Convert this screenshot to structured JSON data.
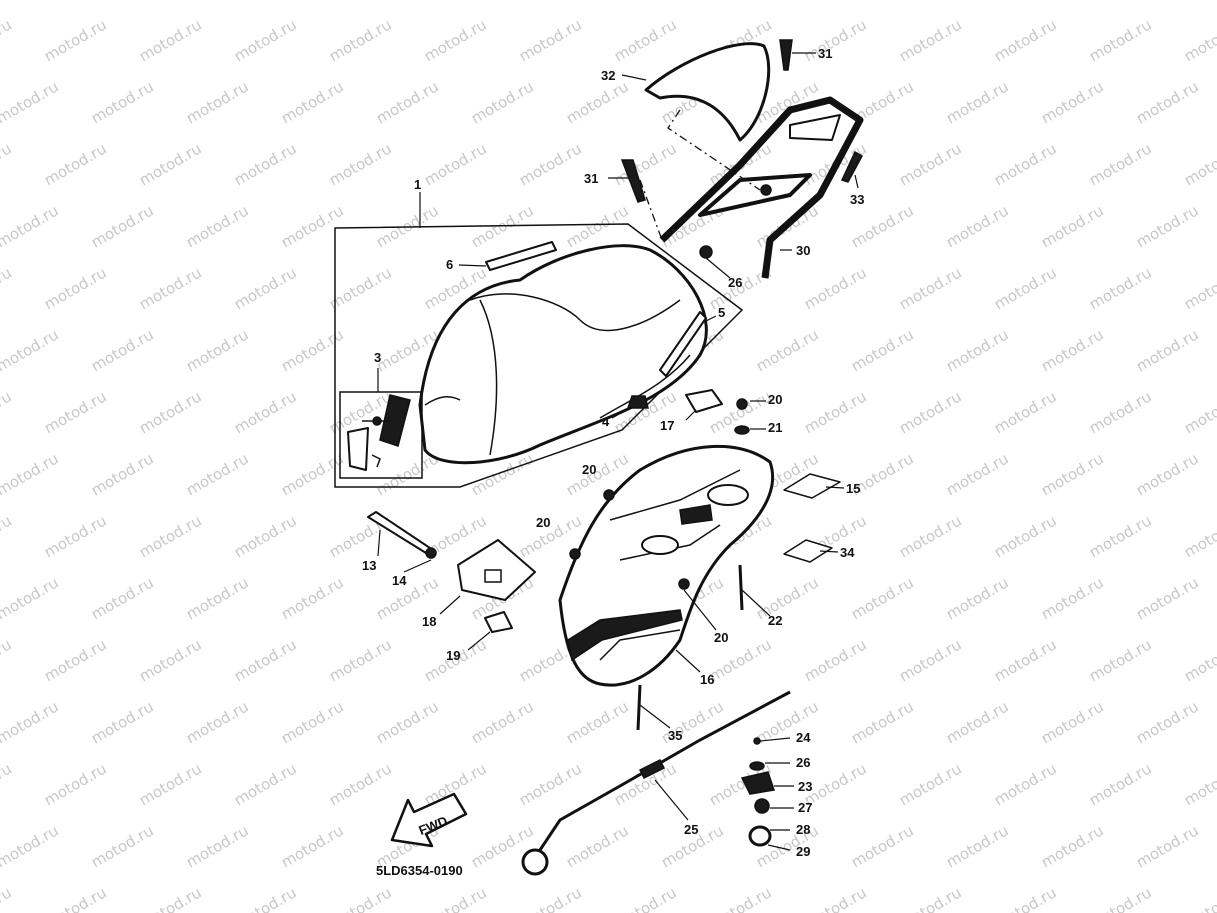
{
  "watermark": {
    "text": "motod.ru"
  },
  "diagram": {
    "code": "5LD6354-0190",
    "fwd_label": "FWD",
    "callouts": {
      "c1": "1",
      "c3": "3",
      "c4": "4",
      "c5": "5",
      "c6": "6",
      "c13": "13",
      "c14": "14",
      "c15": "15",
      "c16": "16",
      "c17": "17",
      "c18": "18",
      "c19": "19",
      "c20a": "20",
      "c20b": "20",
      "c20c": "20",
      "c20d": "20",
      "c21": "21",
      "c22": "22",
      "c23": "23",
      "c24": "24",
      "c25": "25",
      "c26a": "26",
      "c26b": "26",
      "c27": "27",
      "c28": "28",
      "c29": "29",
      "c30": "30",
      "c31a": "31",
      "c31b": "31",
      "c32": "32",
      "c33": "33",
      "c34": "34",
      "c35": "35"
    }
  }
}
